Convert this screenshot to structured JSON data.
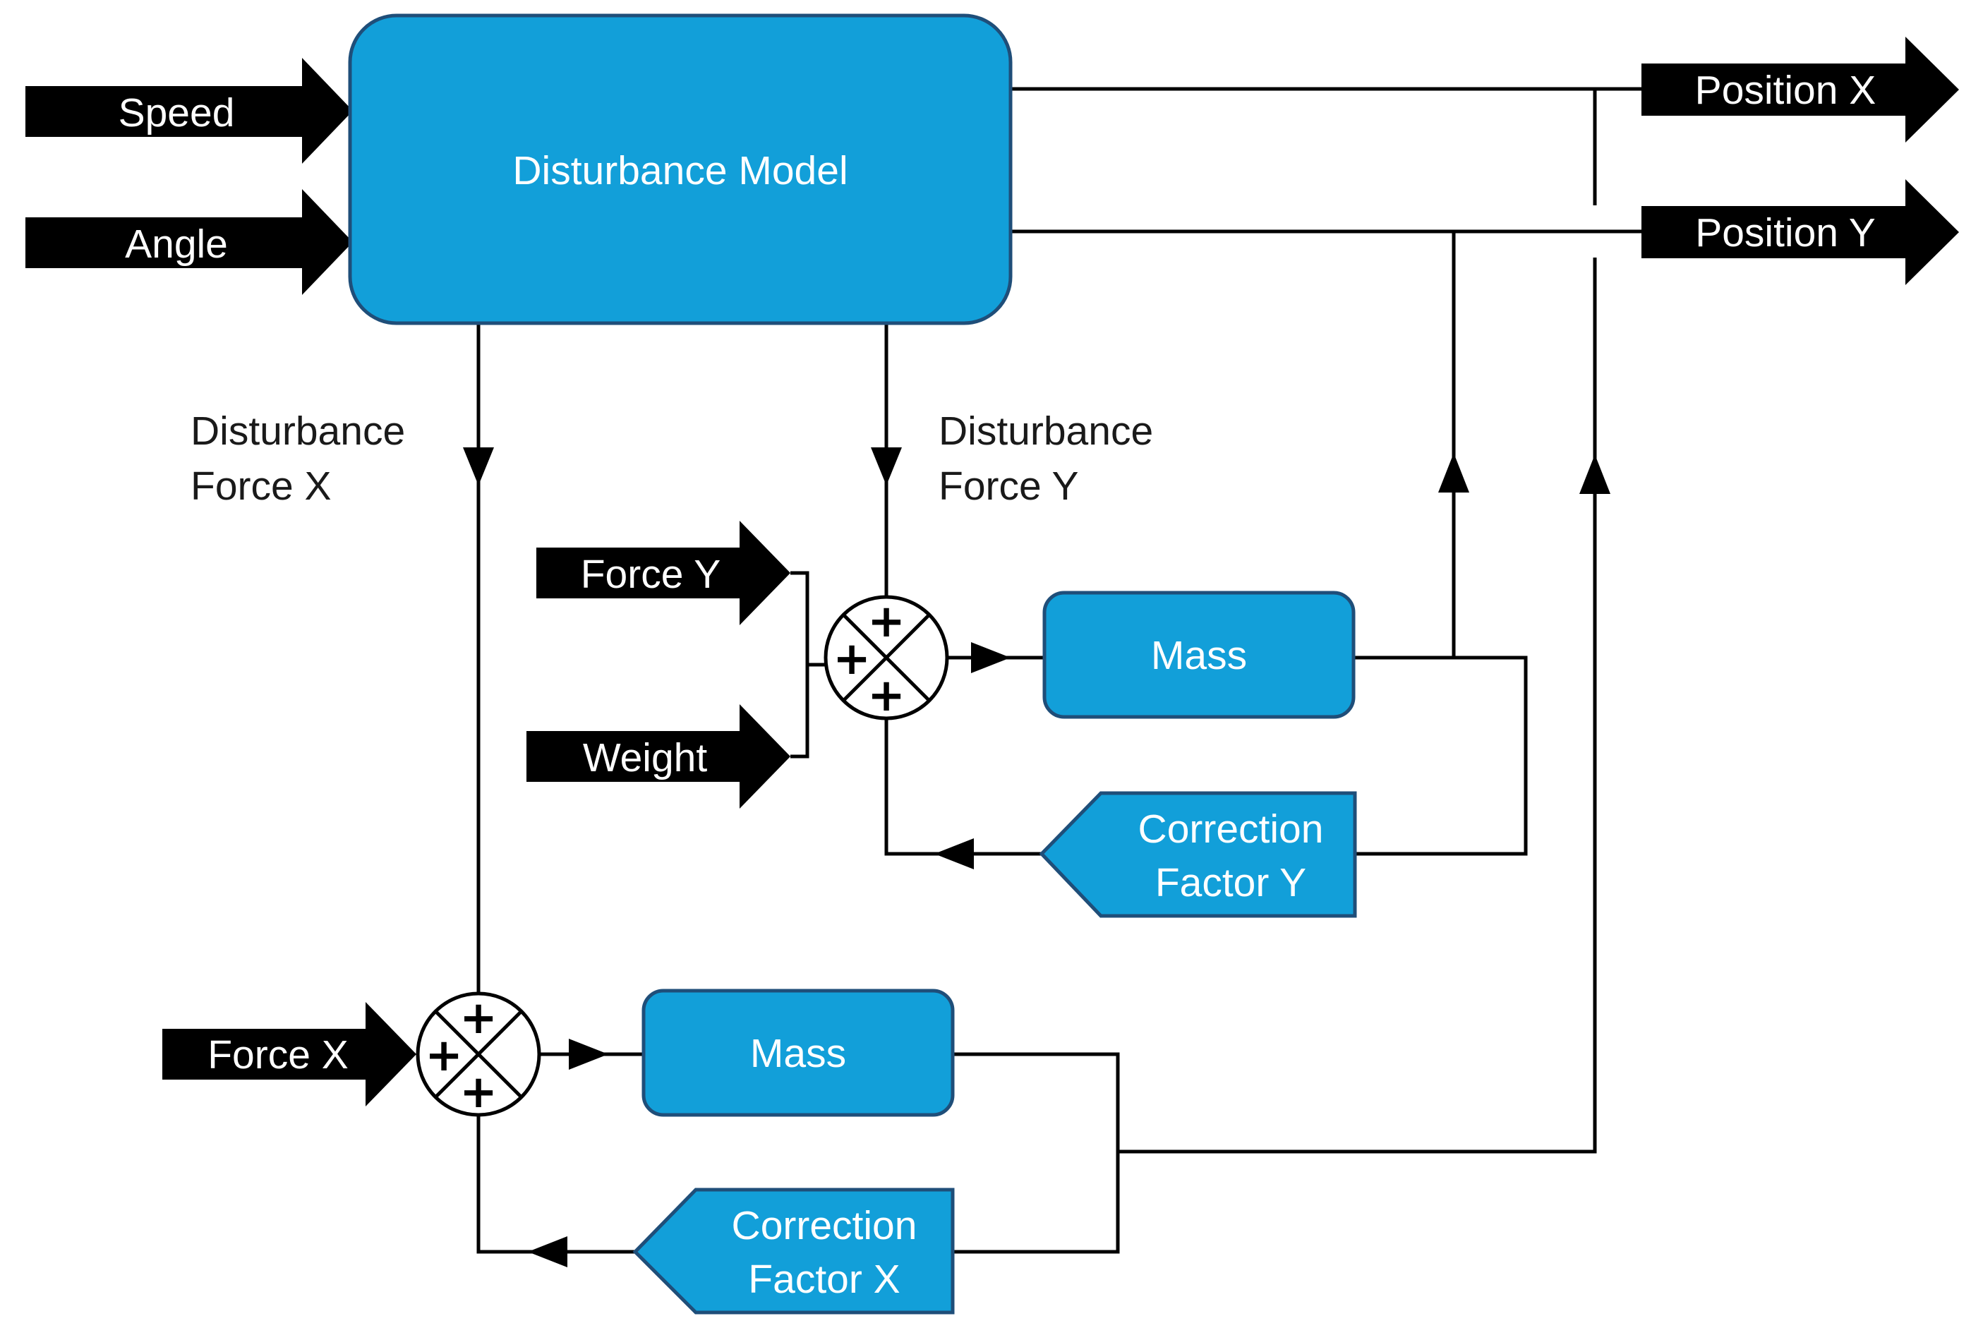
{
  "colors": {
    "block_fill": "#129fd9",
    "block_stroke": "#1f4e79",
    "arrow_fill": "#000000",
    "line": "#000000"
  },
  "blocks": {
    "disturbance_model": "Disturbance Model",
    "mass_y": "Mass",
    "mass_x": "Mass",
    "correction_y": {
      "line1": "Correction",
      "line2": "Factor Y"
    },
    "correction_x": {
      "line1": "Correction",
      "line2": "Factor X"
    }
  },
  "inputs": {
    "speed": "Speed",
    "angle": "Angle",
    "force_y": "Force Y",
    "weight": "Weight",
    "force_x": "Force X"
  },
  "outputs": {
    "position_x": "Position X",
    "position_y": "Position Y"
  },
  "signals": {
    "disturbance_force_x": {
      "line1": "Disturbance",
      "line2": "Force X"
    },
    "disturbance_force_y": {
      "line1": "Disturbance",
      "line2": "Force Y"
    }
  },
  "summing_junctions": {
    "y": [
      "+",
      "+",
      "+"
    ],
    "x": [
      "+",
      "+",
      "+"
    ]
  }
}
